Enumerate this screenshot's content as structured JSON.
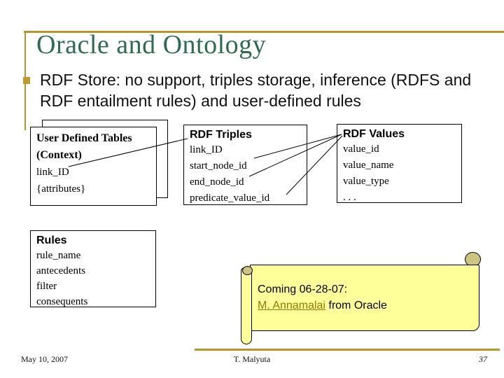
{
  "slide": {
    "title": "Oracle and Ontology",
    "bullet": {
      "line1": "RDF Store: no support, triples storage, inference (RDFS and",
      "line2": "RDF entailment rules) and user-defined rules"
    },
    "boxes": {
      "user_defined_tables": {
        "title_line1": "User Defined Tables",
        "title_line2": "(Context)",
        "fields": [
          "link_ID",
          "{attributes}"
        ]
      },
      "rdf_triples": {
        "title": "RDF Triples",
        "fields": [
          "link_ID",
          "start_node_id",
          "end_node_id",
          "predicate_value_id"
        ]
      },
      "rdf_values": {
        "title": "RDF Values",
        "fields": [
          "value_id",
          "value_name",
          "value_type",
          ". . ."
        ]
      },
      "rules": {
        "title": "Rules",
        "fields": [
          "rule_name",
          "antecedents",
          "filter",
          "consequents"
        ]
      }
    },
    "scroll_note": {
      "line1": "Coming 06-28-07:",
      "link_text": "M. Annamalai",
      "line2_rest": " from Oracle"
    },
    "footer": {
      "date": "May 10, 2007",
      "author": "T. Malyuta",
      "page_number": "37"
    },
    "colors": {
      "title_green": "#2E6B52",
      "accent_gold": "#B6952F",
      "bullet_gold": "#BF9B2E",
      "scroll_fill": "#FFFF99",
      "scroll_curl": "#CCC480",
      "link_olive": "#8E7C00"
    }
  }
}
